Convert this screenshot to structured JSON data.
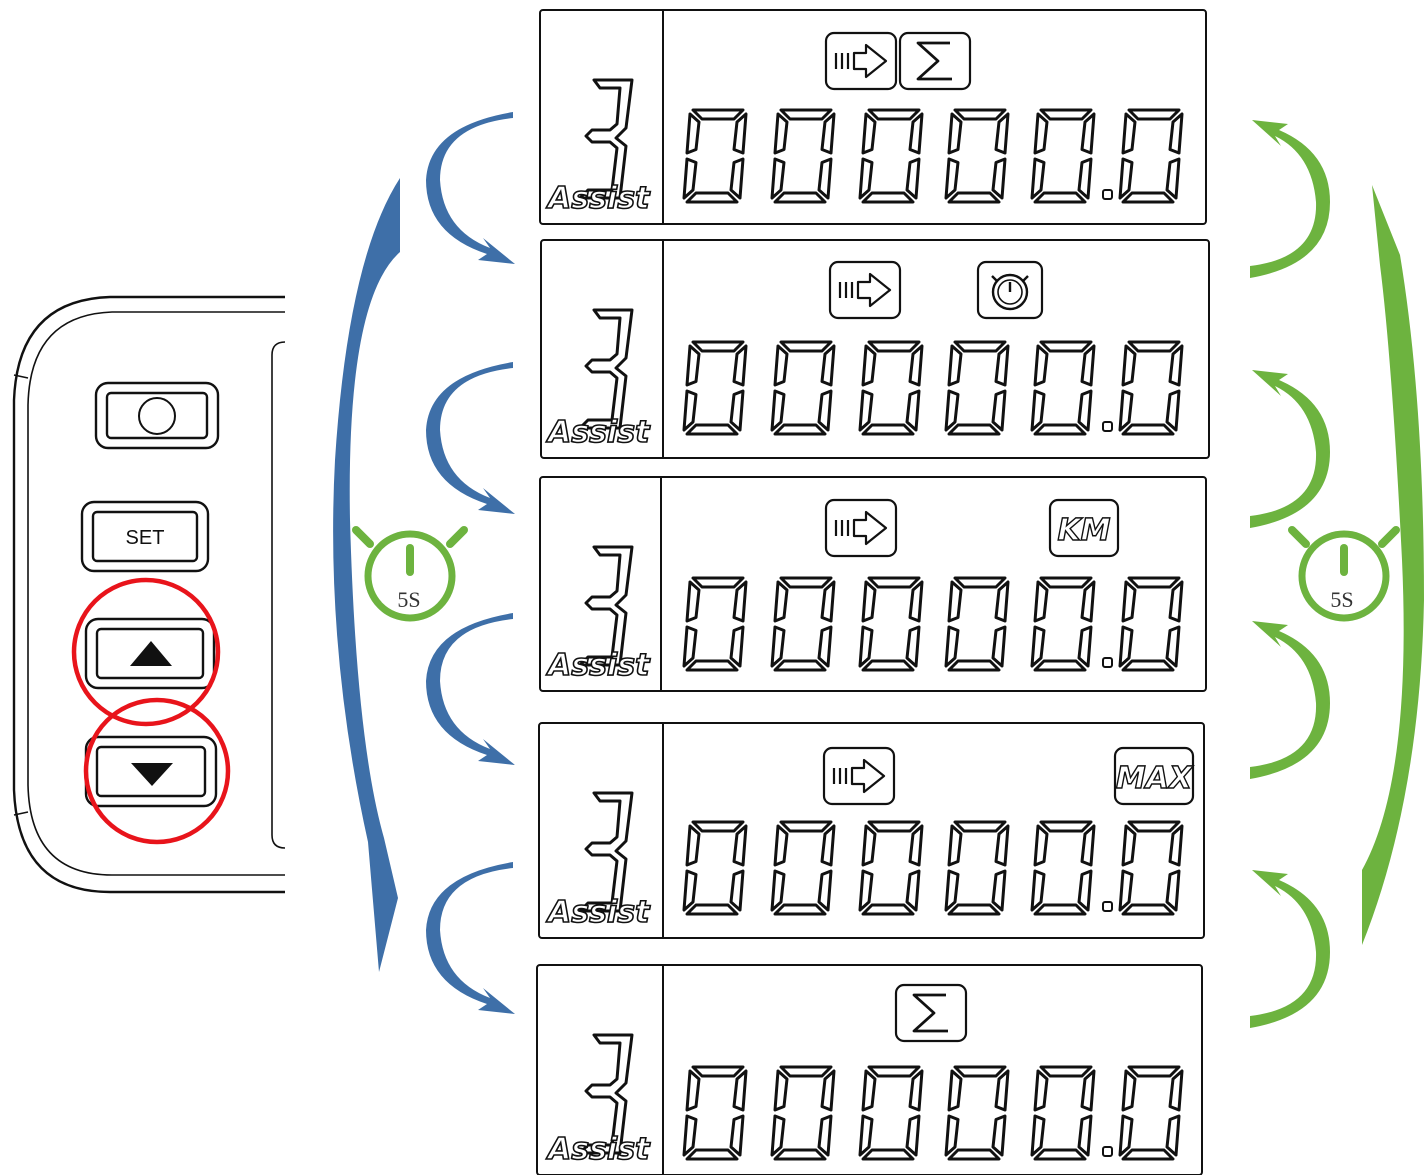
{
  "device": {
    "buttons": [
      {
        "name": "power",
        "label": "",
        "highlighted": false
      },
      {
        "name": "set",
        "label": "SET",
        "highlighted": false
      },
      {
        "name": "up",
        "label": "",
        "symbol": "triangle-up",
        "highlighted": true
      },
      {
        "name": "down",
        "label": "",
        "symbol": "triangle-down",
        "highlighted": true
      }
    ],
    "highlight_color": "#e8141b"
  },
  "timers": {
    "left_label": "5S",
    "right_label": "5S",
    "color": "#6db33f"
  },
  "arrows": {
    "down_color": "#3e6fa8",
    "up_color": "#6db33f"
  },
  "screens": [
    {
      "assist_level": "3",
      "assist_label": "Assist",
      "icons": [
        "trip-arrow-icon",
        "sigma-icon"
      ],
      "icon_text": "",
      "digits": "00000.0"
    },
    {
      "assist_level": "3",
      "assist_label": "Assist",
      "icons": [
        "trip-arrow-icon",
        "stopwatch-icon"
      ],
      "icon_text": "",
      "digits": "00000.0"
    },
    {
      "assist_level": "3",
      "assist_label": "Assist",
      "icons": [
        "trip-arrow-icon",
        "km-icon"
      ],
      "icon_text": "KM",
      "digits": "00000.0"
    },
    {
      "assist_level": "3",
      "assist_label": "Assist",
      "icons": [
        "trip-arrow-icon",
        "max-icon"
      ],
      "icon_text": "MAX",
      "digits": "00000.0"
    },
    {
      "assist_level": "3",
      "assist_label": "Assist",
      "icons": [
        "sigma-icon"
      ],
      "icon_text": "",
      "digits": "00000.0"
    }
  ]
}
